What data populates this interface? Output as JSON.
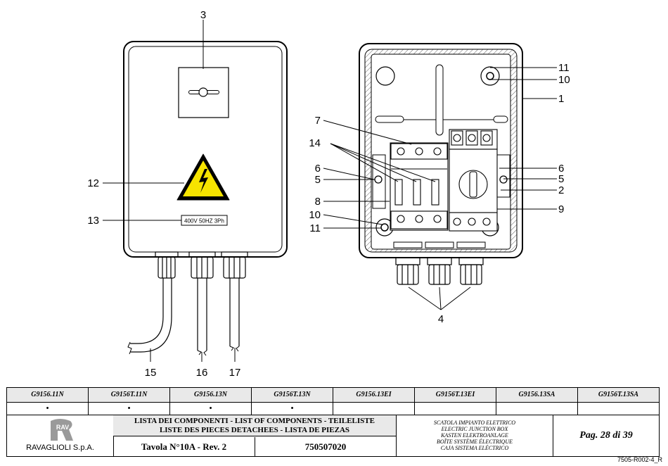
{
  "callouts": {
    "c1": "1",
    "c2": "2",
    "c3": "3",
    "c4": "4",
    "c5a": "5",
    "c5b": "5",
    "c6a": "6",
    "c6b": "6",
    "c7": "7",
    "c8": "8",
    "c9": "9",
    "c10a": "10",
    "c10b": "10",
    "c11a": "11",
    "c11b": "11",
    "c12": "12",
    "c13": "13",
    "c14": "14",
    "c15": "15",
    "c16": "16",
    "c17": "17"
  },
  "rating_plate": "400V 50HZ 3Ph",
  "models": [
    "G9156.11N",
    "G9156T.11N",
    "G9156.13N",
    "G9156T.13N",
    "G9156.13EI",
    "G9156T.13EI",
    "G9156.13SA",
    "G9156T.13SA"
  ],
  "model_marks": [
    "•",
    "•",
    "•",
    "•",
    "",
    "",
    "",
    ""
  ],
  "company": "RAVAGLIOLI S.p.A.",
  "logo_text": "RAV",
  "list_title_line1": "LISTA DEI COMPONENTI - LIST OF COMPONENTS - TEILELISTE",
  "list_title_line2": "LISTE DES PIECES DETACHEES - LISTA DE PIEZAS",
  "table_ref": "Tavola N°10A - Rev. 2",
  "part_number": "750507020",
  "description": [
    "SCATOLA IMPIANTO ELETTRICO",
    "ELECTRIC JUNCTION BOX",
    "KASTEN ELEKTROANLAGE",
    "BOÎTE SYSTÈME ÉLECTRIQUE",
    "CAJA SISTEMA ELÉCTRICO"
  ],
  "page": "Pag. 28 di 39",
  "doc_ref": "7505-R002-4_R"
}
